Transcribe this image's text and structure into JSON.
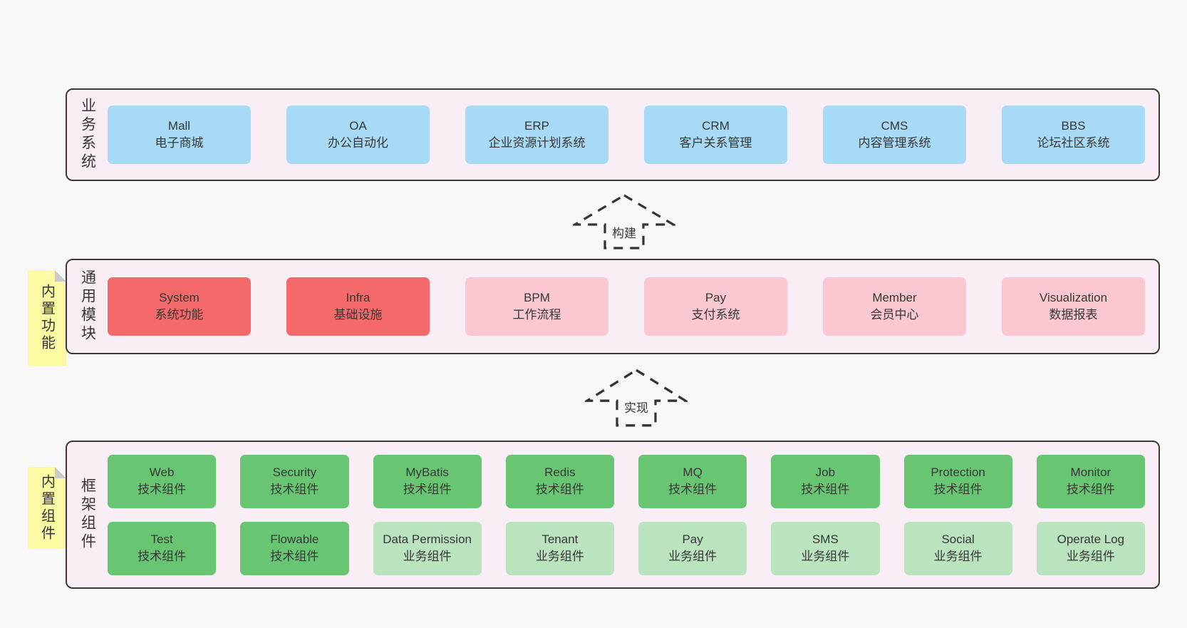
{
  "palette": {
    "blue": "#a7daf4",
    "red": "#f4696a",
    "pink": "#fbc8d2",
    "green": "#68c672",
    "light_green": "#b9e4bd",
    "note_yellow": "#fafaa3",
    "note_fold": "#c9cacb",
    "panel_bg": "#f9edf6",
    "panel_border": "#3a3a3a",
    "page_bg": "#f8f8f8",
    "text": "#363636"
  },
  "arrows": [
    {
      "label": "构建"
    },
    {
      "label": "实现"
    }
  ],
  "layers": [
    {
      "id": "business",
      "label": "业务系统",
      "boxes": [
        {
          "name": "Mall",
          "desc": "电子商城",
          "variant": "blue"
        },
        {
          "name": "OA",
          "desc": "办公自动化",
          "variant": "blue"
        },
        {
          "name": "ERP",
          "desc": "企业资源计划系统",
          "variant": "blue"
        },
        {
          "name": "CRM",
          "desc": "客户关系管理",
          "variant": "blue"
        },
        {
          "name": "CMS",
          "desc": "内容管理系统",
          "variant": "blue"
        },
        {
          "name": "BBS",
          "desc": "论坛社区系统",
          "variant": "blue"
        }
      ]
    },
    {
      "id": "modules",
      "label": "通用模块",
      "note": "内置功能",
      "boxes": [
        {
          "name": "System",
          "desc": "系统功能",
          "variant": "red"
        },
        {
          "name": "Infra",
          "desc": "基础设施",
          "variant": "red"
        },
        {
          "name": "BPM",
          "desc": "工作流程",
          "variant": "pink"
        },
        {
          "name": "Pay",
          "desc": "支付系统",
          "variant": "pink"
        },
        {
          "name": "Member",
          "desc": "会员中心",
          "variant": "pink"
        },
        {
          "name": "Visualization",
          "desc": "数据报表",
          "variant": "pink"
        }
      ]
    },
    {
      "id": "framework",
      "label": "框架组件",
      "note": "内置组件",
      "boxes": [
        {
          "name": "Web",
          "desc": "技术组件",
          "variant": "green"
        },
        {
          "name": "Security",
          "desc": "技术组件",
          "variant": "green"
        },
        {
          "name": "MyBatis",
          "desc": "技术组件",
          "variant": "green"
        },
        {
          "name": "Redis",
          "desc": "技术组件",
          "variant": "green"
        },
        {
          "name": "MQ",
          "desc": "技术组件",
          "variant": "green"
        },
        {
          "name": "Job",
          "desc": "技术组件",
          "variant": "green"
        },
        {
          "name": "Protection",
          "desc": "技术组件",
          "variant": "green"
        },
        {
          "name": "Monitor",
          "desc": "技术组件",
          "variant": "green"
        },
        {
          "name": "Test",
          "desc": "技术组件",
          "variant": "green"
        },
        {
          "name": "Flowable",
          "desc": "技术组件",
          "variant": "green"
        },
        {
          "name": "Data Permission",
          "desc": "业务组件",
          "variant": "light_green"
        },
        {
          "name": "Tenant",
          "desc": "业务组件",
          "variant": "light_green"
        },
        {
          "name": "Pay",
          "desc": "业务组件",
          "variant": "light_green"
        },
        {
          "name": "SMS",
          "desc": "业务组件",
          "variant": "light_green"
        },
        {
          "name": "Social",
          "desc": "业务组件",
          "variant": "light_green"
        },
        {
          "name": "Operate Log",
          "desc": "业务组件",
          "variant": "light_green"
        }
      ]
    }
  ]
}
